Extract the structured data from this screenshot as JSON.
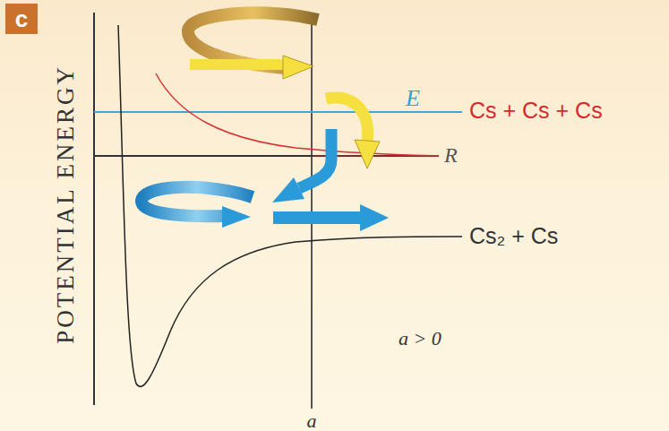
{
  "diagram": {
    "labels": [
      "c",
      "POTENTIAL ENERGY",
      "E",
      "Cs + Cs + Cs",
      "R",
      "Cs₂ + Cs",
      "a > 0",
      "a"
    ]
  }
}
